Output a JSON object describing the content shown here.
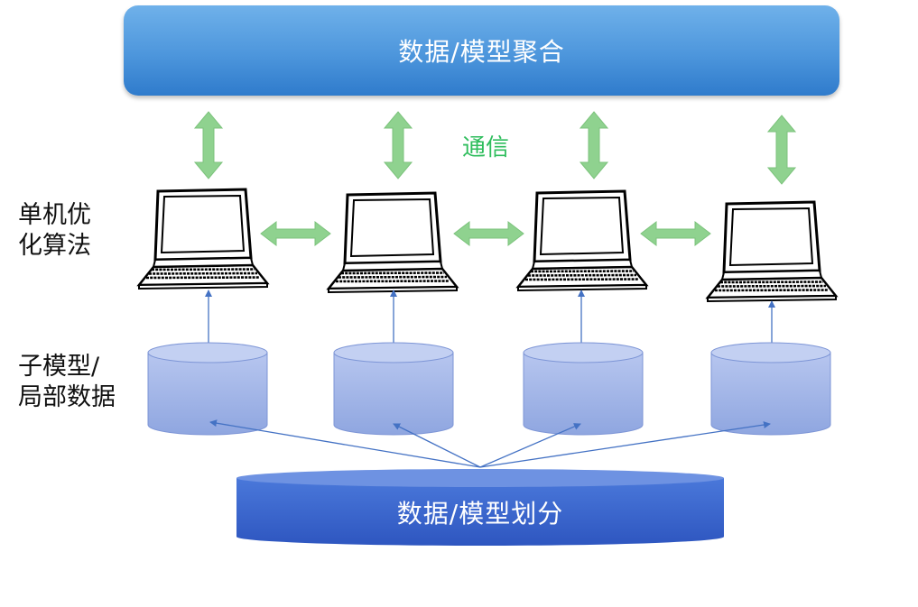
{
  "aggregation": {
    "label": "数据/模型聚合"
  },
  "communication": {
    "label": "通信"
  },
  "side_labels": {
    "single_machine_optimization": "单机优\n化算法",
    "submodel_local_data": "子模型/\n局部数据"
  },
  "partition": {
    "label": "数据/模型划分"
  },
  "colors": {
    "aggregation_fill": "#4d96dc",
    "arrow_green": "#8fd28f",
    "communication_text": "#2ebd5c",
    "database_fill": "#9db2e6",
    "partition_fill": "#3a66d0",
    "link_blue": "#4472c4"
  },
  "nodes": [
    {
      "id": "worker-1"
    },
    {
      "id": "worker-2"
    },
    {
      "id": "worker-3"
    },
    {
      "id": "worker-4"
    }
  ]
}
